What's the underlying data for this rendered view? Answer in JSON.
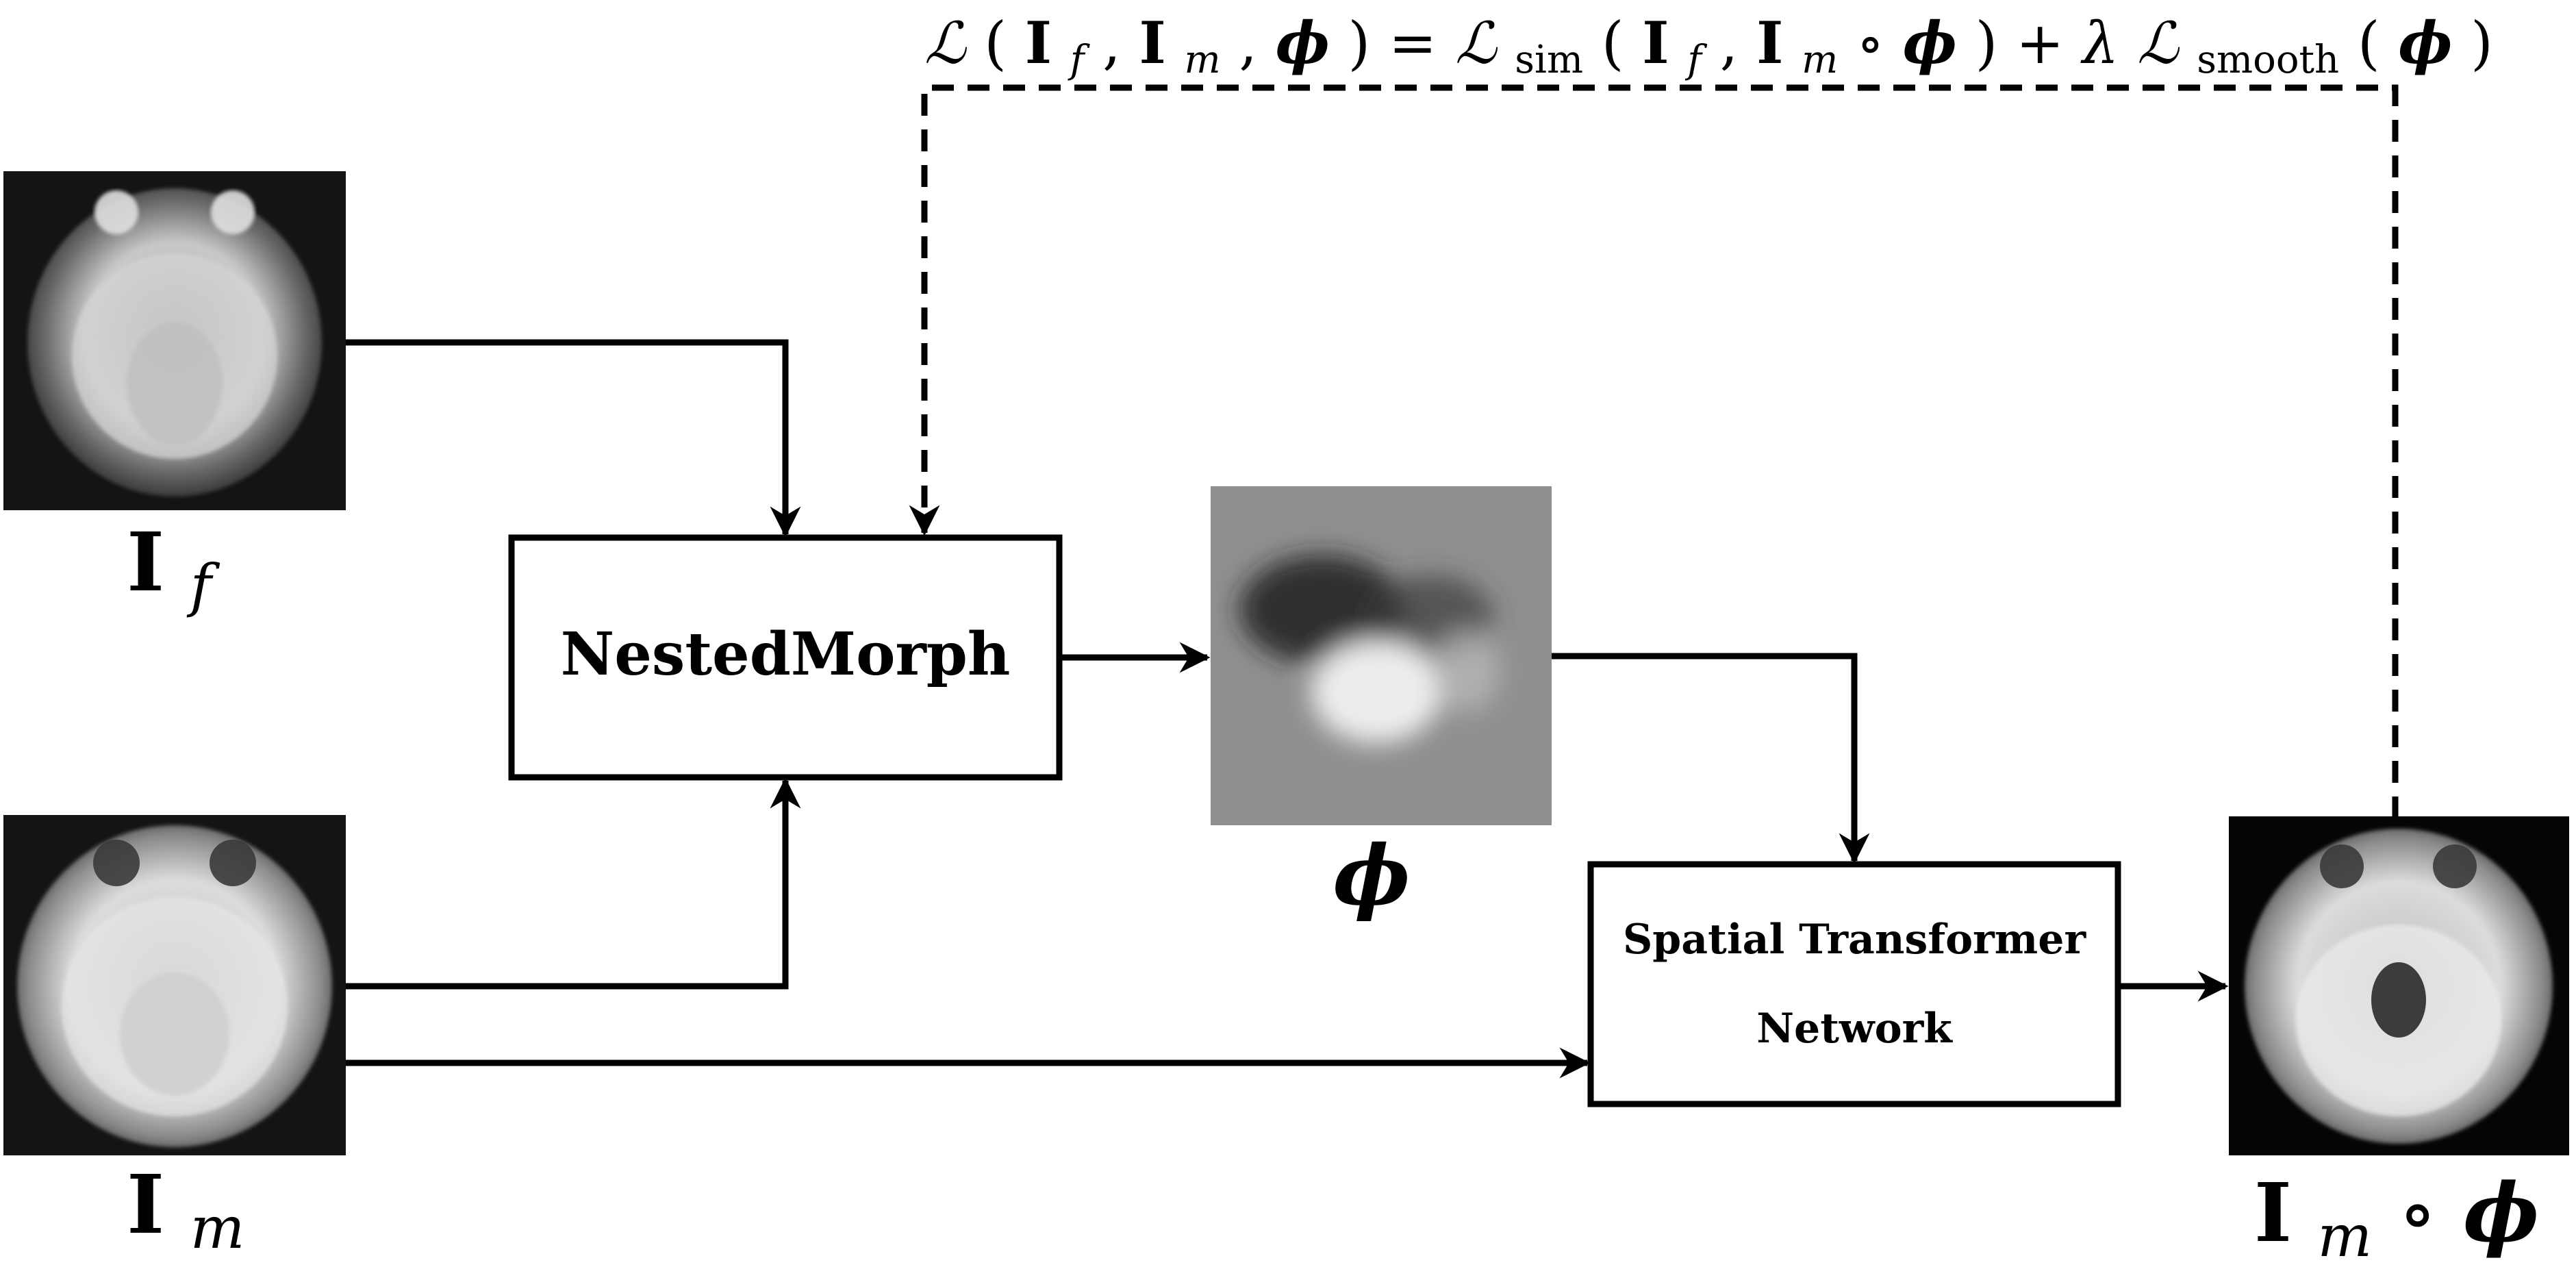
{
  "colors": {
    "ink": "#000000",
    "background": "#ffffff",
    "mri_dark": "#141414",
    "mri_bright": "#d8d8d8",
    "field_gray": "#8f8f8f"
  },
  "loss": {
    "L": "ℒ",
    "open": "(",
    "If_I": "I",
    "If_sub": "f",
    "comma1": ", ",
    "Im_I": "I",
    "Im_sub": "m",
    "comma2": ", ",
    "phi": "ϕ",
    "close_eq": ") = ",
    "Lsim": "ℒ",
    "sim_sub": "sim",
    "open2": "(",
    "If2_I": "I",
    "If2_sub": "f",
    "comma3": ", ",
    "Im2_I": "I",
    "Im2_sub": "m",
    "circ": " ∘ ",
    "phi2": "ϕ",
    "close_plus": ") + ",
    "lambda": "λ",
    "Lsmooth": "ℒ",
    "smooth_sub": "smooth",
    "open3": "(",
    "phi3": "ϕ",
    "close3": ")"
  },
  "fixed_image": {
    "icon": "brain-mri-fixed",
    "label_I": "I",
    "label_sub": "f"
  },
  "moving_image": {
    "icon": "brain-mri-moving",
    "label_I": "I",
    "label_sub": "m"
  },
  "nested_morph": {
    "label": "NestedMorph"
  },
  "deformation_field": {
    "icon": "deformation-field",
    "label": "ϕ"
  },
  "stn": {
    "line1": "Spatial Transformer",
    "line2": "Network"
  },
  "warped_image": {
    "icon": "brain-mri-warped",
    "label_I": "I",
    "label_sub": "m",
    "label_circ": " ∘ ",
    "label_phi": "ϕ"
  }
}
